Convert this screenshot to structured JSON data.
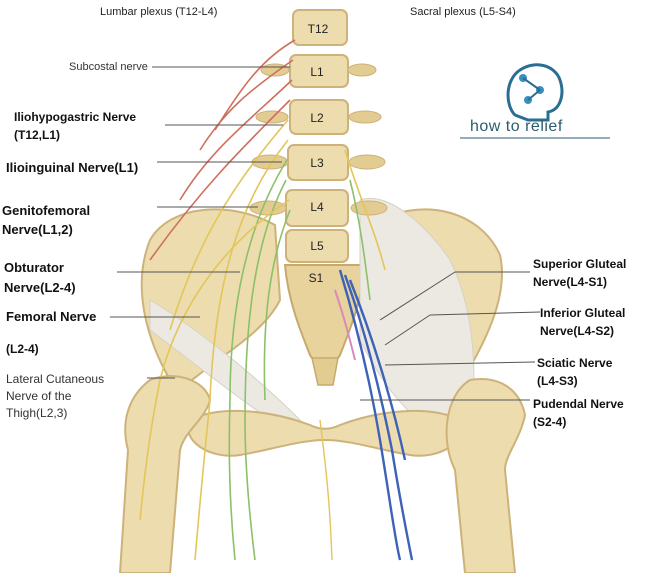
{
  "headers": {
    "lumbar": "Lumbar plexus (T12-L4)",
    "sacral": "Sacral plexus (L5-S4)"
  },
  "vertebrae": [
    "T12",
    "L1",
    "L2",
    "L3",
    "L4",
    "L5",
    "S1"
  ],
  "logo": {
    "text": "how to relief",
    "color": "#2a5d70",
    "icon": "head-network-icon"
  },
  "left_labels": {
    "subcostal": "Subcostal nerve",
    "iliohypogastric_1": "Iliohypogastric Nerve",
    "iliohypogastric_2": "(T12,L1)",
    "ilioinguinal": "Ilioinguinal Nerve(L1)",
    "genitofemoral_1": "Genitofemoral",
    "genitofemoral_2": "Nerve(L1,2)",
    "obturator_1": "Obturator",
    "obturator_2": "Nerve(L2-4)",
    "femoral_1": "Femoral Nerve",
    "femoral_2": "(L2-4)",
    "lateral_1": "Lateral Cutaneous",
    "lateral_2": "Nerve of the",
    "lateral_3": "Thigh(L2,3)"
  },
  "right_labels": {
    "superior_1": "Superior Gluteal",
    "superior_2": "Nerve(L4-S1)",
    "inferior_1": "Inferior Gluteal",
    "inferior_2": "Nerve(L4-S2)",
    "sciatic_1": "Sciatic Nerve",
    "sciatic_2": "(L4-S3)",
    "pudendal_1": "Pudendal Nerve",
    "pudendal_2": "(S2-4)"
  },
  "colors": {
    "bone": "#ecdcae",
    "bone_shadow": "#cdb27a",
    "ligament": "#e9e6df",
    "nerve_red": "#cf6f5c",
    "nerve_yellow": "#e3c65a",
    "nerve_green": "#8cc06a",
    "nerve_blue": "#3d62b8",
    "nerve_pink": "#d98bb6"
  }
}
